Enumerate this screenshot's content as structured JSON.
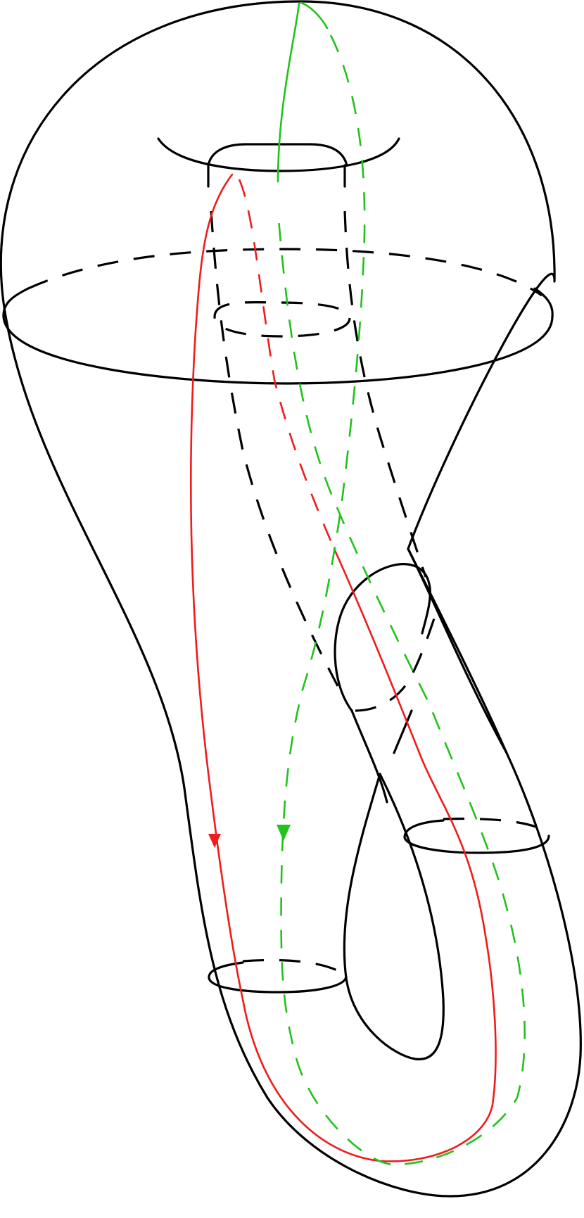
{
  "figure": {
    "subject": "klein-bottle",
    "colors": {
      "outline": "#000000",
      "red_path": "#ee1c1c",
      "green_path": "#22c21c",
      "background": "#ffffff"
    },
    "loops": [
      {
        "color": "red",
        "has_arrow": true,
        "arrow_direction": "down"
      },
      {
        "color": "green",
        "has_arrow": true,
        "arrow_direction": "down"
      }
    ],
    "line_styles": [
      "solid",
      "dashed"
    ]
  }
}
